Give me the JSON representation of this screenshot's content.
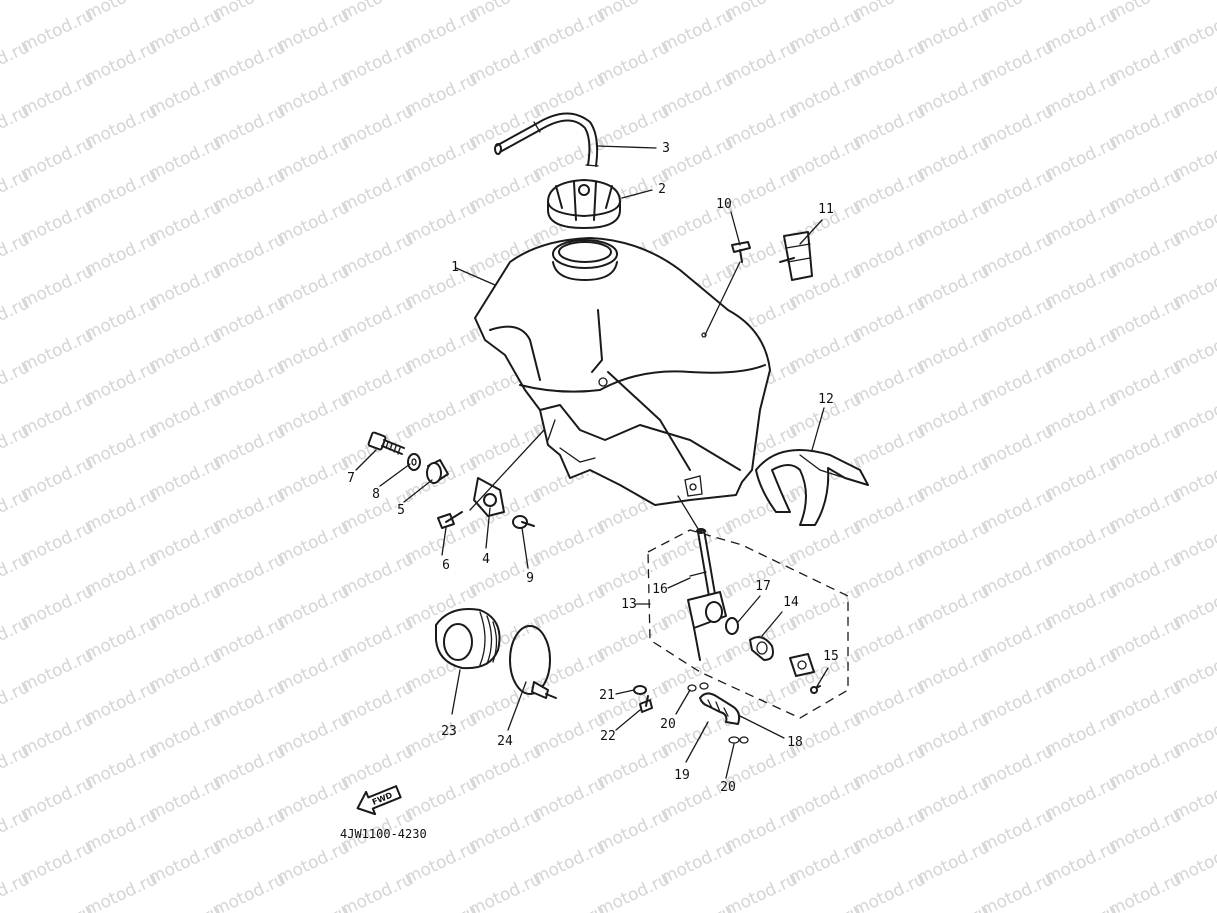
{
  "watermark": {
    "text": "motod.ru"
  },
  "diagram": {
    "drawing_code": "4JW1100-4230",
    "fwd_label": "FWD",
    "callouts": [
      "1",
      "2",
      "3",
      "4",
      "5",
      "6",
      "7",
      "8",
      "9",
      "10",
      "11",
      "12",
      "13",
      "14",
      "15",
      "16",
      "17",
      "18",
      "19",
      "20",
      "20",
      "21",
      "22",
      "23",
      "24"
    ]
  }
}
